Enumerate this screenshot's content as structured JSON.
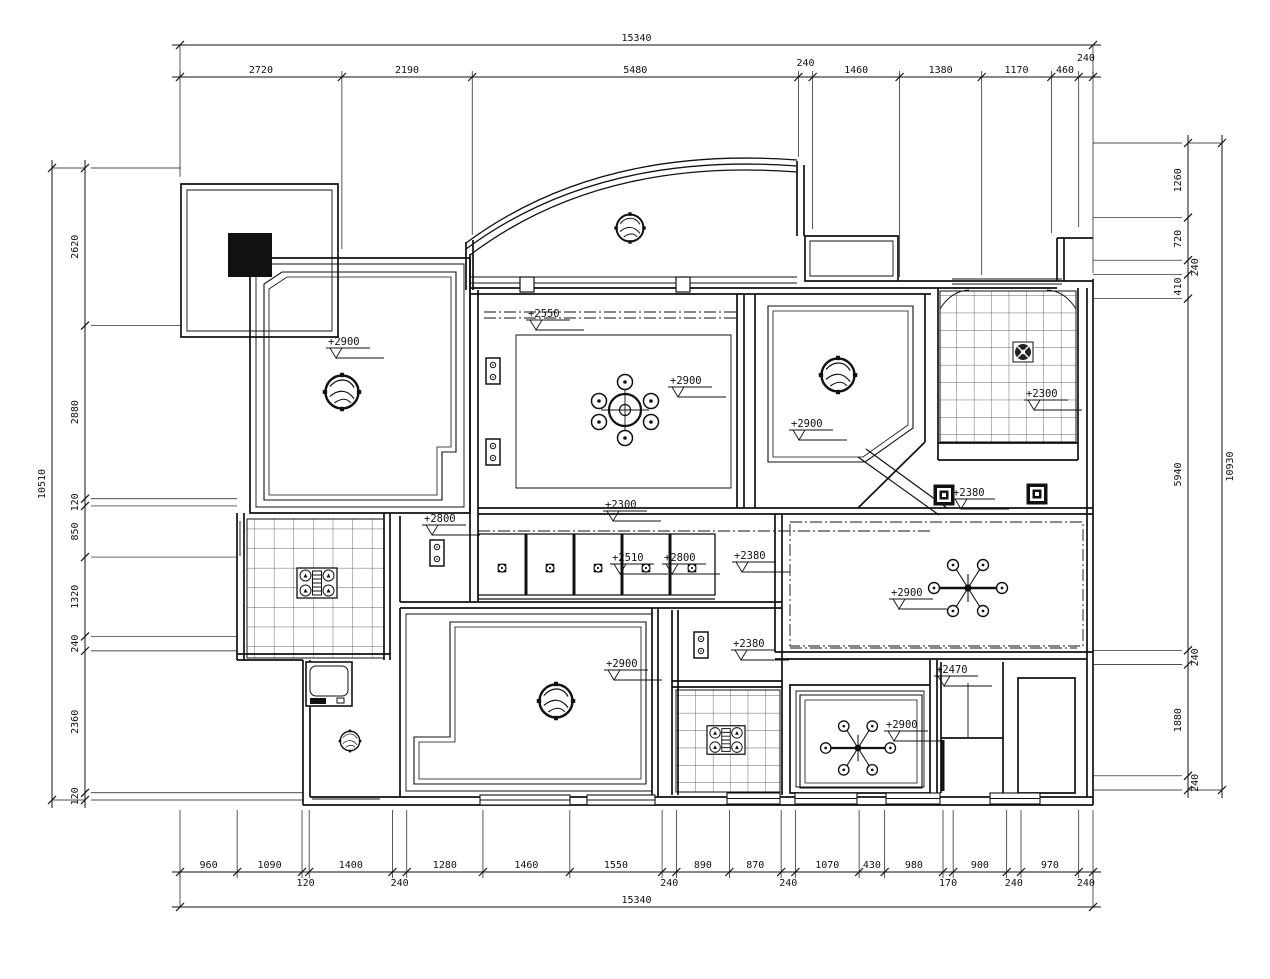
{
  "drawing": {
    "kind_label": "ceiling plan"
  },
  "dimensions": {
    "top": {
      "overall": "15340",
      "segments": [
        "2720",
        "2190",
        "5480",
        "240",
        "1460",
        "1380",
        "1170",
        "460",
        "240"
      ]
    },
    "bottom": {
      "overall": "15340",
      "segments": [
        "960",
        "1090",
        "120",
        "1400",
        "240",
        "1280",
        "1460",
        "1550",
        "240",
        "890",
        "870",
        "240",
        "1070",
        "430",
        "980",
        "170",
        "900",
        "240",
        "970",
        "240"
      ]
    },
    "left": {
      "overall": "10510",
      "segments": [
        "2620",
        "2880",
        "120",
        "850",
        "1320",
        "240",
        "2360",
        "120"
      ]
    },
    "right": {
      "overall": "10930",
      "segments": [
        "1260",
        "720",
        "240",
        "410",
        "5940",
        "240",
        "1880",
        "240"
      ]
    }
  },
  "elevations": [
    {
      "id": "bedroom-nw",
      "value": "+2900"
    },
    {
      "id": "living-soffit",
      "value": "+2550"
    },
    {
      "id": "living",
      "value": "+2900"
    },
    {
      "id": "bedroom-ne",
      "value": "+2900"
    },
    {
      "id": "bathroom-ne",
      "value": "+2300"
    },
    {
      "id": "dining-beam",
      "value": "+2380"
    },
    {
      "id": "hall-beam",
      "value": "+2300"
    },
    {
      "id": "hall-west",
      "value": "+2800"
    },
    {
      "id": "hall-panel",
      "value": "+2510"
    },
    {
      "id": "hall-panel-east",
      "value": "+2800"
    },
    {
      "id": "hall-east",
      "value": "+2380"
    },
    {
      "id": "dining",
      "value": "+2900"
    },
    {
      "id": "kitchen-passage",
      "value": "+2380"
    },
    {
      "id": "bedroom-south",
      "value": "+2900"
    },
    {
      "id": "wardrobe",
      "value": "+2470"
    },
    {
      "id": "bedroom-se",
      "value": "+2900"
    }
  ],
  "icons": {
    "ceiling-fan-light": "circle-with-blades",
    "chandelier": "ring-with-six-satellite-lamps",
    "six-arm-chandelier": "snowflake-arm-lamp",
    "downlight": "small-circle-with-petals",
    "wall-lamp": "rectangle-with-two-bulbs",
    "square-downlight": "nested-black-square",
    "exhaust-fan": "dark-disc-in-square",
    "bath-heater": "rectangle-with-four-fans",
    "washing-machine": "square-with-drum-panel",
    "column": "solid-black-square"
  },
  "colors": {
    "line": "#111111",
    "tile_line": "#333333",
    "background": "#ffffff"
  }
}
